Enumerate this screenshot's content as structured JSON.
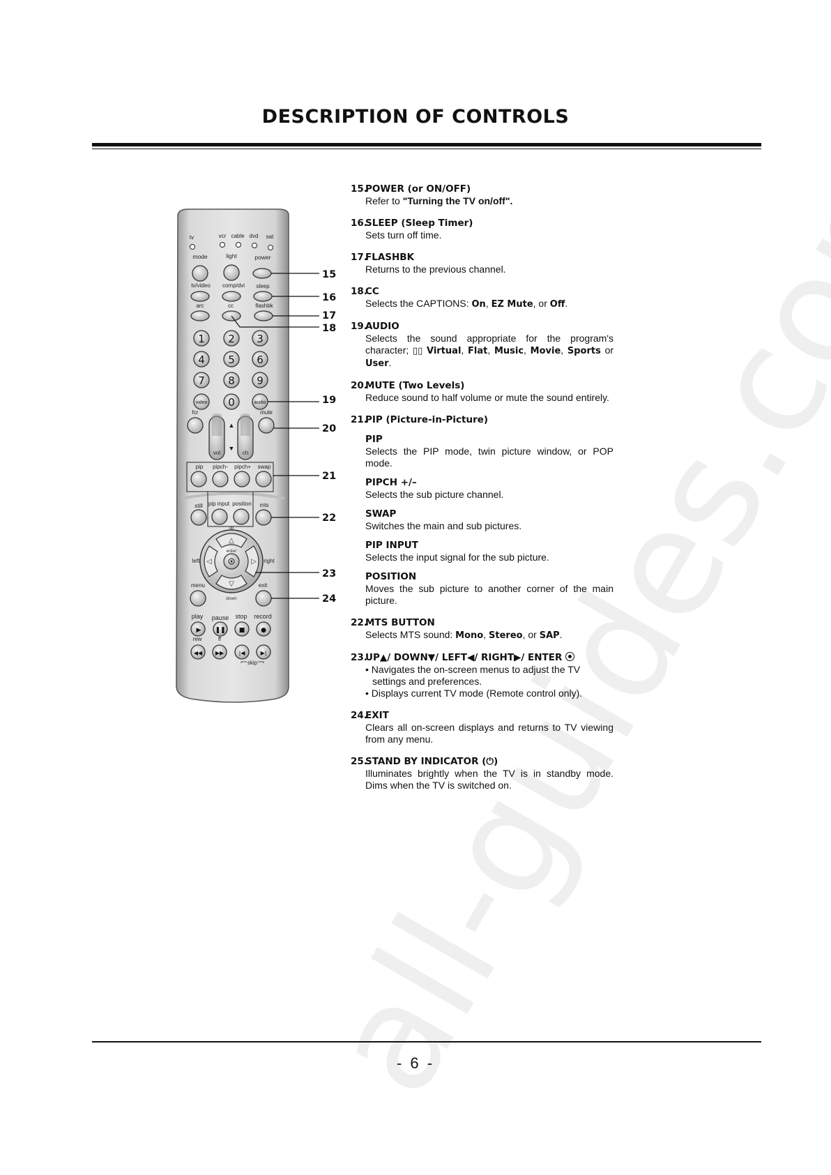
{
  "page": {
    "title": "DESCRIPTION OF CONTROLS",
    "page_number": "- 6 -",
    "watermark": "all-guides.com"
  },
  "remote": {
    "labels": {
      "tv": "tv",
      "vcr": "vcr",
      "cable": "cable",
      "dvd": "dvd",
      "sat": "sat",
      "mode": "mode",
      "light": "light",
      "power": "power",
      "tvvideo": "tv/video",
      "compdvi": "comp/dvi",
      "sleep": "sleep",
      "arc": "arc",
      "cc": "cc",
      "flashbk": "flashbk",
      "video": "video",
      "audio": "audio",
      "fcr": "fcr",
      "mute": "mute",
      "vol": "vol",
      "ch": "ch",
      "pip": "pip",
      "pipch_minus": "pipch-",
      "pipch_plus": "pipch+",
      "swap": "swap",
      "still": "still",
      "pipinput": "pip input",
      "position": "position",
      "mts": "mts",
      "up": "up",
      "enter": "enter",
      "left": "left",
      "right": "right",
      "down": "down",
      "menu": "menu",
      "exit": "exit",
      "play": "play",
      "pause": "pause",
      "stop": "stop",
      "record": "record",
      "rew": "rew",
      "ff": "ff",
      "skip": "skip"
    },
    "digits": [
      "1",
      "2",
      "3",
      "4",
      "5",
      "6",
      "7",
      "8",
      "9",
      "0"
    ],
    "callouts": [
      "15",
      "16",
      "17",
      "18",
      "19",
      "20",
      "21",
      "22",
      "23",
      "24"
    ]
  },
  "items": [
    {
      "num": "15.",
      "title": "POWER (or ON/OFF)",
      "body_pre": "Refer to ",
      "body_bold": "\"Turning the TV on/off\"."
    },
    {
      "num": "16.",
      "title": "SLEEP (Sleep Timer)",
      "body": "Sets turn off time."
    },
    {
      "num": "17.",
      "title": "FLASHBK",
      "body": "Returns to the previous channel."
    },
    {
      "num": "18.",
      "title": "CC",
      "body_pre": "Selects the CAPTIONS: ",
      "opts": [
        "On",
        "EZ Mute",
        "Off"
      ],
      "sep1": ", ",
      "sep2": ", or "
    },
    {
      "num": "19.",
      "title": "AUDIO",
      "body_pre": "Selects the sound appropriate for the program's character; ",
      "icon": "▯▯",
      "opts": [
        "Virtual",
        "Flat",
        "Music",
        "Movie",
        "Sports",
        "User"
      ],
      "sep": ", ",
      "sep_or": " or ",
      "end": "."
    },
    {
      "num": "20.",
      "title": "MUTE  (Two Levels)",
      "body": "Reduce sound to half volume or mute the sound entirely."
    },
    {
      "num": "21.",
      "title": "PIP (Picture-in-Picture)",
      "subs": [
        {
          "title": "PIP",
          "body": "Selects the PIP mode, twin picture window, or POP mode."
        },
        {
          "title": "PIPCH +/–",
          "body": "Selects the sub picture channel."
        },
        {
          "title": "SWAP",
          "body": "Switches the main and sub pictures."
        },
        {
          "title": "PIP INPUT",
          "body": "Selects the input signal for the sub picture."
        },
        {
          "title": "POSITION",
          "body": "Moves the sub picture to another corner of the main picture."
        }
      ]
    },
    {
      "num": "22.",
      "title": "MTS BUTTON",
      "body_pre": "Selects MTS sound: ",
      "opts": [
        "Mono",
        "Stereo",
        "SAP"
      ],
      "sep1": ", ",
      "sep2": ", or ",
      "end": "."
    },
    {
      "num": "23.",
      "title": "UP▲/ DOWN▼/ LEFT◀/ RIGHT▶/ ENTER",
      "bullets": [
        "• Navigates the on-screen menus  to adjust the TV settings and preferences.",
        "• Displays current TV mode (Remote control only)."
      ]
    },
    {
      "num": "24.",
      "title": "EXIT",
      "body": "Clears all on-screen displays and returns to TV viewing from any menu."
    },
    {
      "num": "25.",
      "title": "STAND BY INDICATOR (",
      "title_icon": "⏻",
      "title_end": ")",
      "body": "Illuminates brightly when the TV is in standby mode. Dims when the TV is switched on."
    }
  ]
}
